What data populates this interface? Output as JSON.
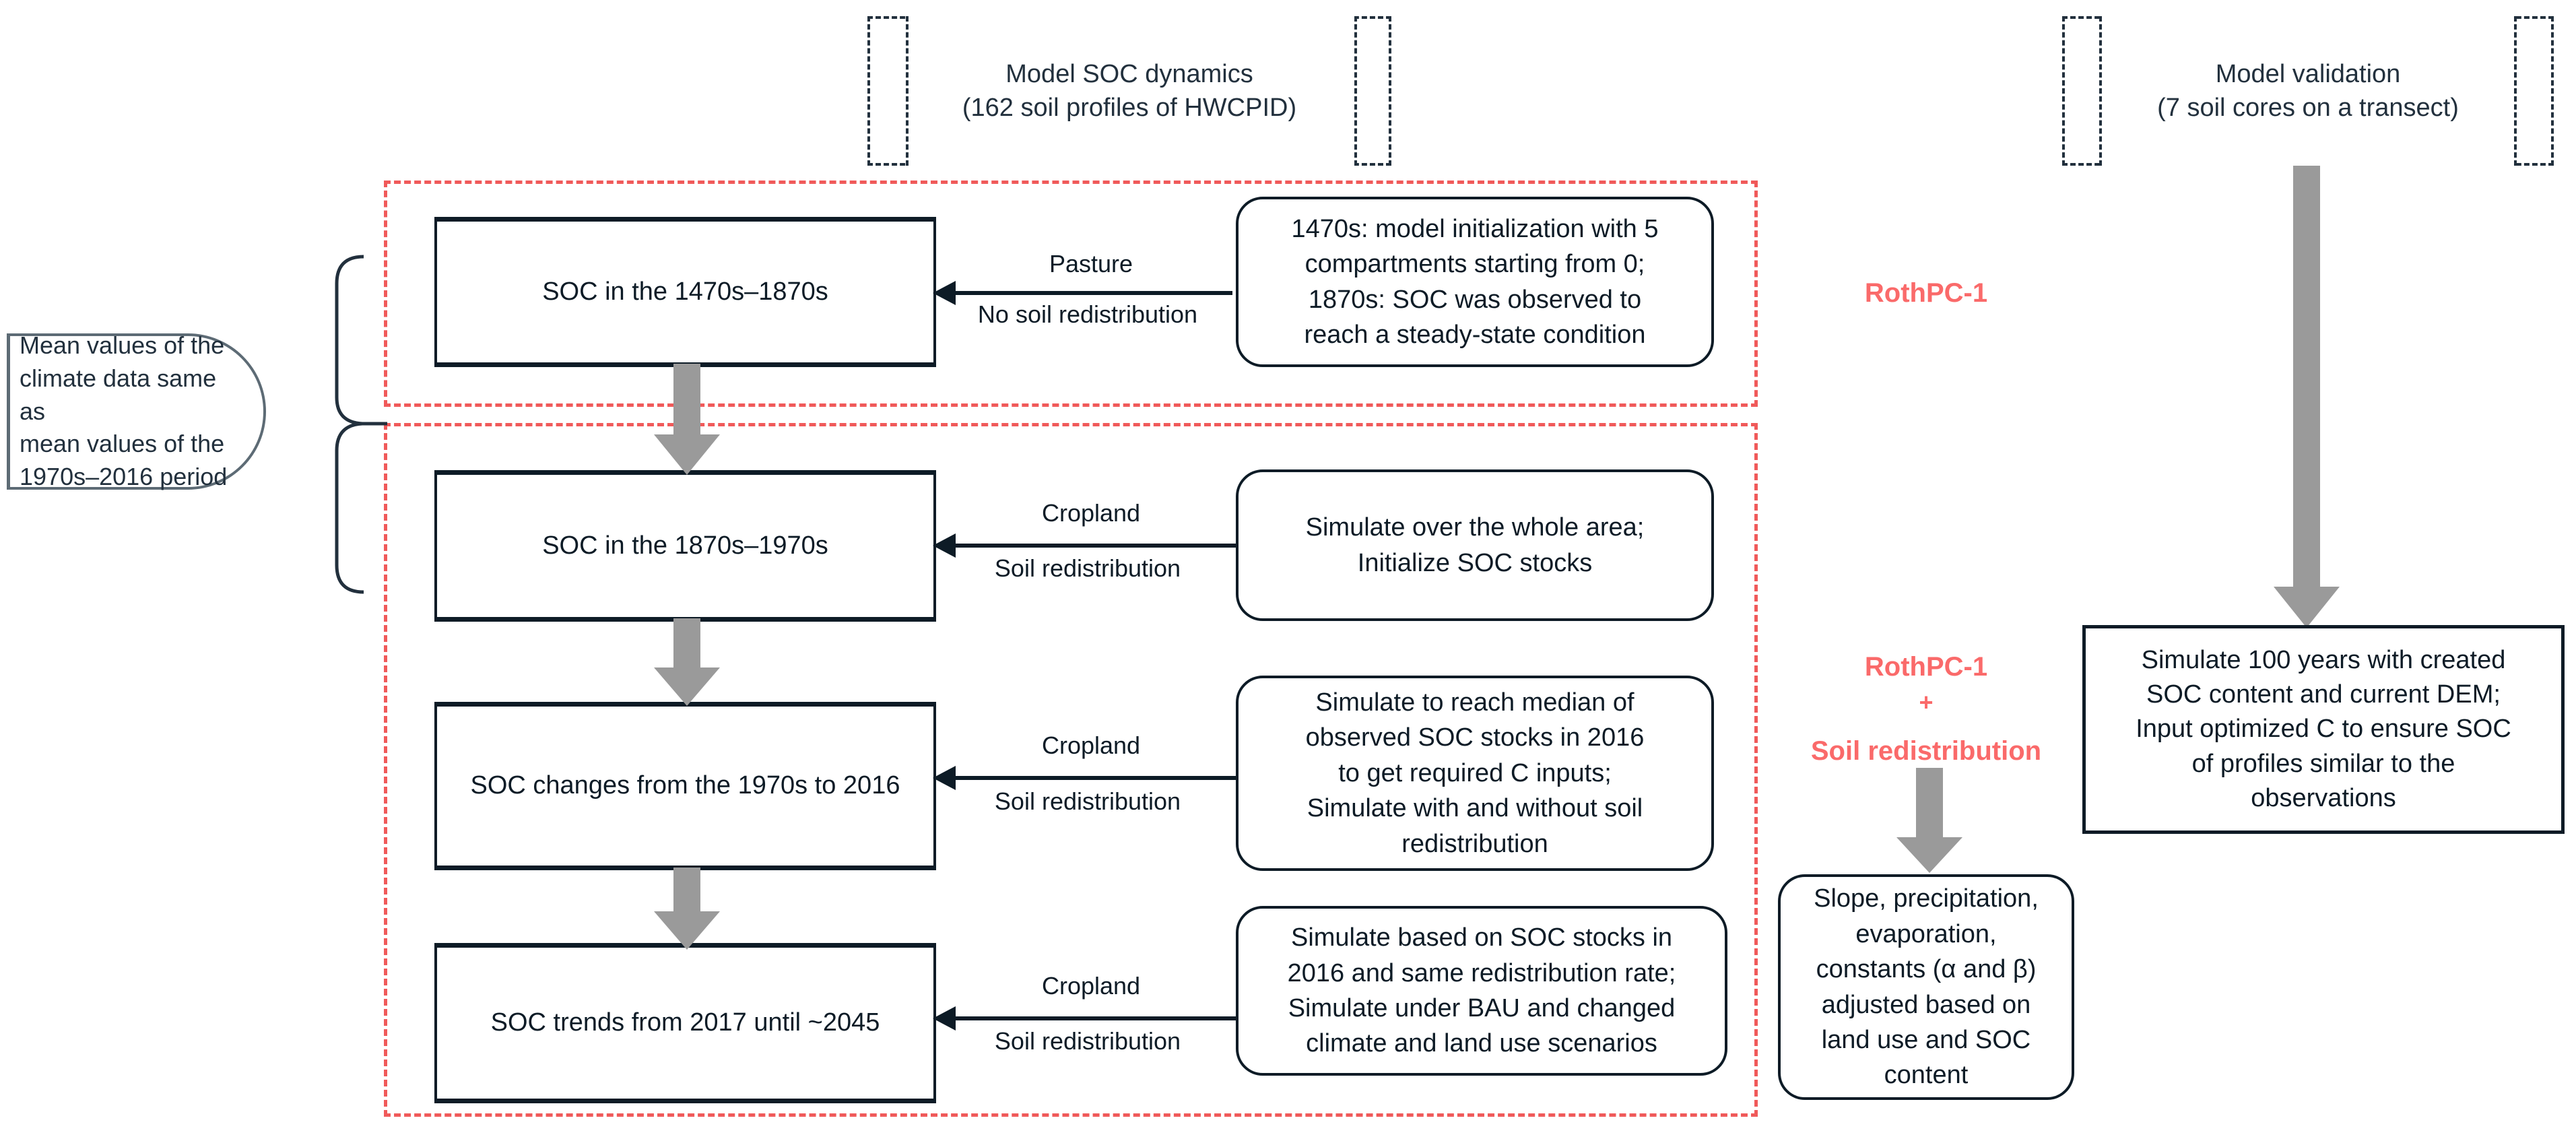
{
  "diagram": {
    "title_headers": [
      {
        "line1": "Model SOC dynamics",
        "line2": "(162 soil profiles of HWCPID)"
      },
      {
        "line1": "Model validation",
        "line2": "(7 soil cores on a transect)"
      }
    ],
    "left_callout": {
      "text": "Mean values of the climate data same as mean values of the 1970s–2016 period",
      "lines": [
        "Mean values of the",
        "climate data same as",
        "mean values of the",
        "1970s–2016 period"
      ]
    },
    "process_boxes": [
      {
        "id": "soc-1470-1870",
        "label": "SOC  in the 1470s–1870s"
      },
      {
        "id": "soc-1870-1970",
        "label": "SOC in the 1870s–1970s"
      },
      {
        "id": "soc-changes-1970-2016",
        "label": "SOC changes from the 1970s to 2016"
      },
      {
        "id": "soc-trends-2017-2045",
        "label": "SOC trends from 2017 until ~2045"
      }
    ],
    "note_boxes": [
      {
        "id": "note-initialization",
        "lines": [
          "1470s: model initialization with 5",
          "compartments starting from 0;",
          "1870s: SOC was observed to",
          "reach a steady-state condition"
        ]
      },
      {
        "id": "note-whole-area",
        "lines": [
          "Simulate over the whole area;",
          "Initialize SOC stocks"
        ]
      },
      {
        "id": "note-median-2016",
        "lines": [
          "Simulate to reach median of",
          "observed SOC stocks in 2016",
          "to get required C inputs;",
          "Simulate with and without soil",
          "redistribution"
        ]
      },
      {
        "id": "note-bau-scenarios",
        "lines": [
          "Simulate based on SOC stocks in",
          "2016 and same redistribution rate;",
          "Simulate under BAU and changed",
          "climate and land use scenarios"
        ]
      },
      {
        "id": "note-parameters",
        "lines": [
          "Slope, precipitation,",
          "evaporation,",
          "constants (α and β)",
          "adjusted based on",
          "land use and SOC",
          "content"
        ]
      },
      {
        "id": "note-validation-sim",
        "lines": [
          "Simulate 100 years with created",
          "SOC content and current DEM;",
          "Input optimized C to ensure SOC",
          "of profiles similar to the",
          "observations"
        ]
      }
    ],
    "edge_labels": [
      {
        "id": "edge-1",
        "top": "Pasture",
        "bottom": "No soil redistribution"
      },
      {
        "id": "edge-2",
        "top": "Cropland",
        "bottom": "Soil redistribution"
      },
      {
        "id": "edge-3",
        "top": "Cropland",
        "bottom": "Soil redistribution"
      },
      {
        "id": "edge-4",
        "top": "Cropland",
        "bottom": "Soil redistribution"
      }
    ],
    "model_labels": {
      "rothpc_top": "RothPC-1",
      "rothpc_bottom": "RothPC-1",
      "plus_sign": "+",
      "soil_redistribution": "Soil redistribution"
    },
    "colors": {
      "red_dashed": "#f05a5a",
      "red_text": "#fa6a6a",
      "ink": "#0d1b26",
      "arrow_gray": "#9a9a9a",
      "header_dash": "#22303d",
      "callout_border": "#5d6b75"
    }
  }
}
